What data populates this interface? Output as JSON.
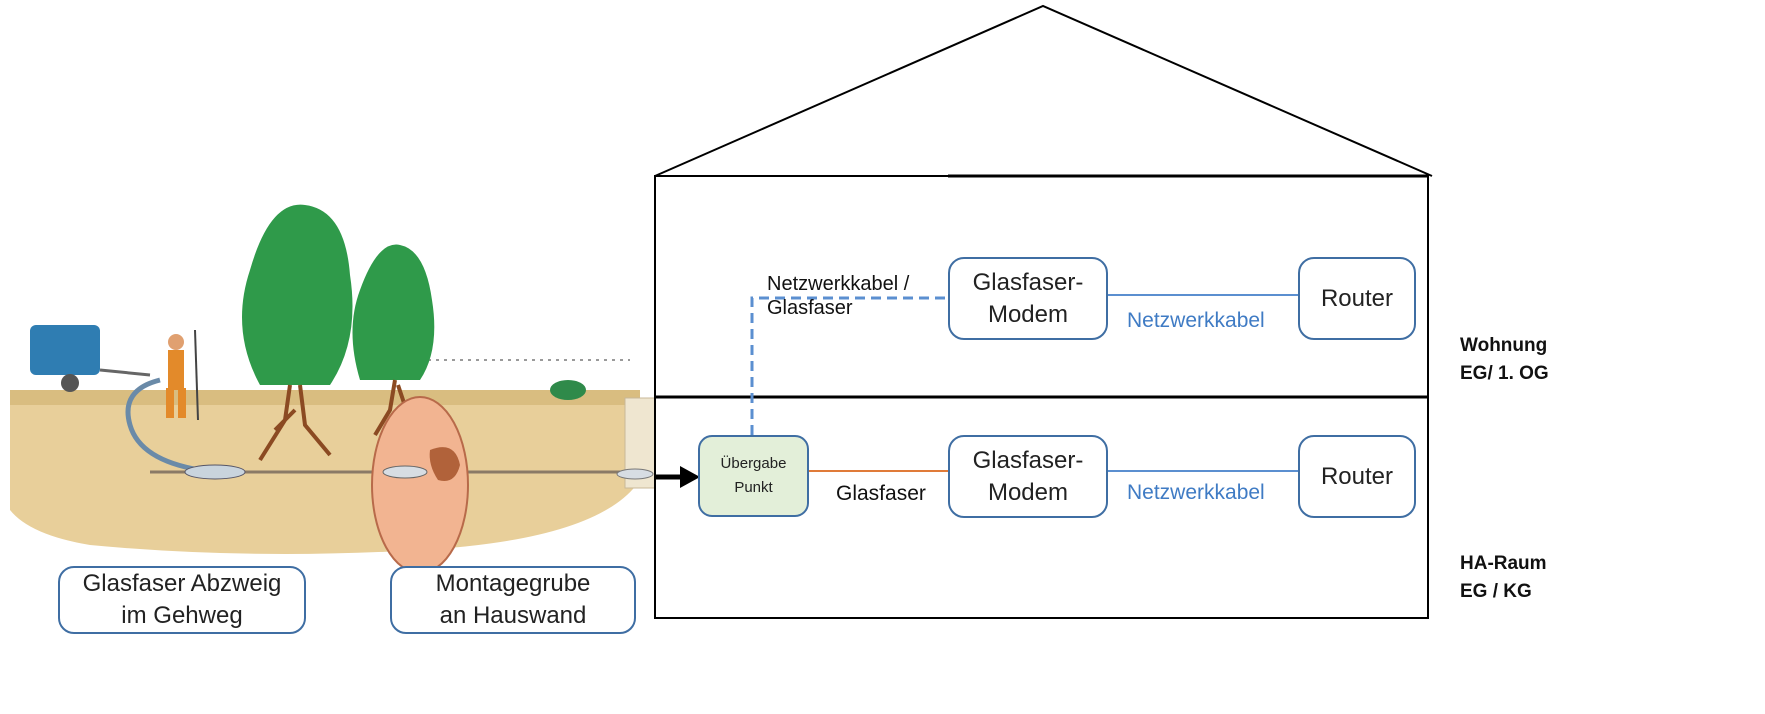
{
  "scene": {
    "footer_text": "Glasfaser Abzweig\nim Gehweg",
    "boxes": [
      {
        "label": "Glasfaser Abzweig\nim Gehweg"
      },
      {
        "label": "Montagegrube\nan Hauswand"
      }
    ]
  },
  "house": {
    "upper": {
      "cable_label": "Netzwerkkabel /\nGlasfaser",
      "modem": "Glasfaser-\nModem",
      "link_label": "Netzwerkkabel",
      "router": "Router",
      "side_label": "Wohnung\nEG/ 1. OG"
    },
    "lower": {
      "handover": "Übergabe\nPunkt",
      "fiber_label": "Glasfaser",
      "modem": "Glasfaser-\nModem",
      "link_label": "Netzwerkkabel",
      "router": "Router",
      "side_label": "HA-Raum\nEG / KG"
    }
  },
  "colors": {
    "box_border": "#3f6ea3",
    "network_line": "#5b8fd0",
    "fiber_line": "#e07b39",
    "handover_fill": "#e3efd9"
  }
}
